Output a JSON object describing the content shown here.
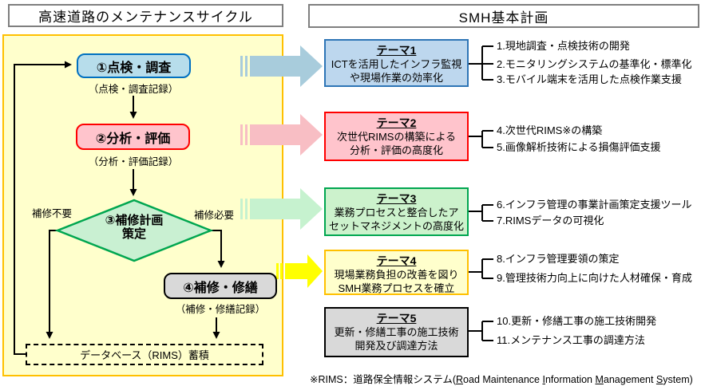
{
  "left": {
    "title": "高速道路のメンテナンスサイクル",
    "step1": {
      "label": "①点検・調査",
      "record": "（点検・調査記録）"
    },
    "step2": {
      "label": "②分析・評価",
      "record": "（分析・評価記録）"
    },
    "step3": {
      "line1": "③補修計画",
      "line2": "策定",
      "branch_no": "補修不要",
      "branch_yes": "補修必要"
    },
    "step4": {
      "label": "④補修・修繕",
      "record": "（補修・修繕記録）"
    },
    "database": "データベース（RIMS）蓄積"
  },
  "right": {
    "title": "SMH基本計画",
    "themes": [
      {
        "name": "テーマ1",
        "line1": "ICTを活用したインフラ監視",
        "line2": "や現場作業の効率化",
        "items": [
          "1.現地調査・点検技術の開発",
          "2.モニタリングシステムの基準化・標準化",
          "3.モバイル端末を活用した点検作業支援"
        ]
      },
      {
        "name": "テーマ2",
        "line1": "次世代RIMSの構築による",
        "line2": "分析・評価の高度化",
        "items": [
          "4.次世代RIMS※の構築",
          "5.画像解析技術による損傷評価支援"
        ]
      },
      {
        "name": "テーマ3",
        "line1": "業務プロセスと整合したア",
        "line2": "セットマネジメントの高度化",
        "items": [
          "6.インフラ管理の事業計画策定支援ツール",
          "7.RIMSデータの可視化"
        ]
      },
      {
        "name": "テーマ4",
        "line1": "現場業務負担の改善を図り",
        "line2": "SMH業務プロセスを確立",
        "items": [
          "8.インフラ管理要領の策定",
          "9.管理技術力向上に向けた人材確保・育成"
        ]
      },
      {
        "name": "テーマ5",
        "line1": "更新・修繕工事の施工技術",
        "line2": "開発及び調達方法",
        "items": [
          "10.更新・修繕工事の施工技術開発",
          "11.メンテナンス工事の調達方法"
        ]
      }
    ],
    "footnote": {
      "segments": [
        {
          "text": "※RIMS：道路保全情報システム(",
          "u": false
        },
        {
          "text": "R",
          "u": true
        },
        {
          "text": "oad ",
          "u": false
        },
        {
          "text": "Maintenance ",
          "u": false
        },
        {
          "text": "I",
          "u": true
        },
        {
          "text": "nformation ",
          "u": false
        },
        {
          "text": "M",
          "u": true
        },
        {
          "text": "anagement ",
          "u": false
        },
        {
          "text": "S",
          "u": true
        },
        {
          "text": "ystem)",
          "u": false
        }
      ]
    }
  },
  "colors": {
    "panel_fill": "#FFFFCC",
    "panel_border": "#FFC000",
    "step1_fill": "#B7DDEB",
    "step1_border": "#0070C0",
    "step2_fill": "#FFC4CC",
    "step2_border": "#FF0000",
    "step3_fill": "#C9F0D2",
    "step3_border": "#00A650",
    "step4_fill": "#D9D9D9",
    "step4_border": "#000000",
    "theme1_fill": "#BDD7EE",
    "theme1_border": "#2E75B6",
    "theme2_fill": "#FFC4CC",
    "theme2_border": "#FF0000",
    "theme3_fill": "#CCF2CC",
    "theme3_border": "#00A650",
    "theme4_fill": "#FFFFCC",
    "theme4_border": "#FFC000",
    "theme5_fill": "#D9D9D9",
    "theme5_border": "#000000",
    "arrow1": "#A8CCDC",
    "arrow2": "#F8BEC4",
    "arrow3": "#C6F2CF",
    "arrow4": "#FFFF00",
    "line": "#000000"
  }
}
